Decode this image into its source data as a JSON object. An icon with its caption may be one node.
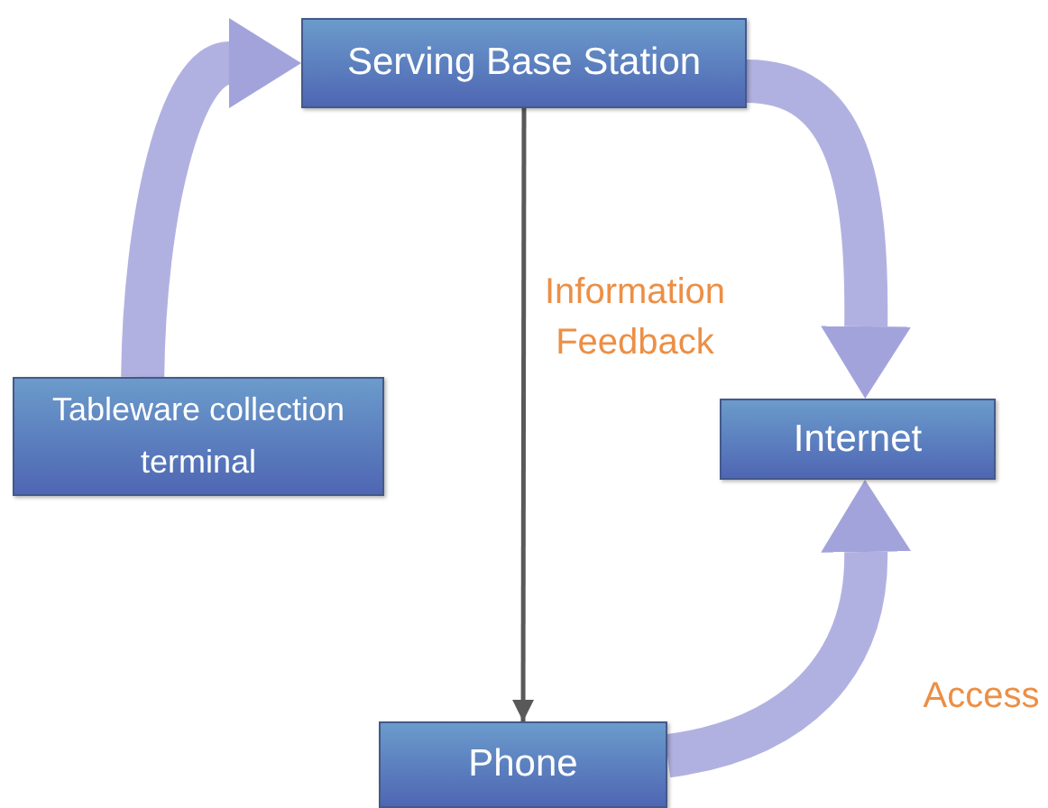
{
  "diagram": {
    "nodes": [
      {
        "text": [
          "Serving Base Station"
        ]
      },
      {
        "text": [
          "Tableware collection terminal"
        ]
      },
      {
        "text": [
          "Internet"
        ]
      },
      {
        "text": [
          "Phone"
        ]
      }
    ],
    "edges": [
      {
        "from": 1,
        "to": 0,
        "arrow": "to"
      },
      {
        "from": 0,
        "to": 2,
        "arrow": "to"
      },
      {
        "from": 0,
        "to": 3,
        "arrow": "to",
        "label": "Information Feedback",
        "color": "#595959"
      },
      {
        "from": 3,
        "to": 2,
        "arrow": "to",
        "label": "Access"
      }
    ]
  }
}
